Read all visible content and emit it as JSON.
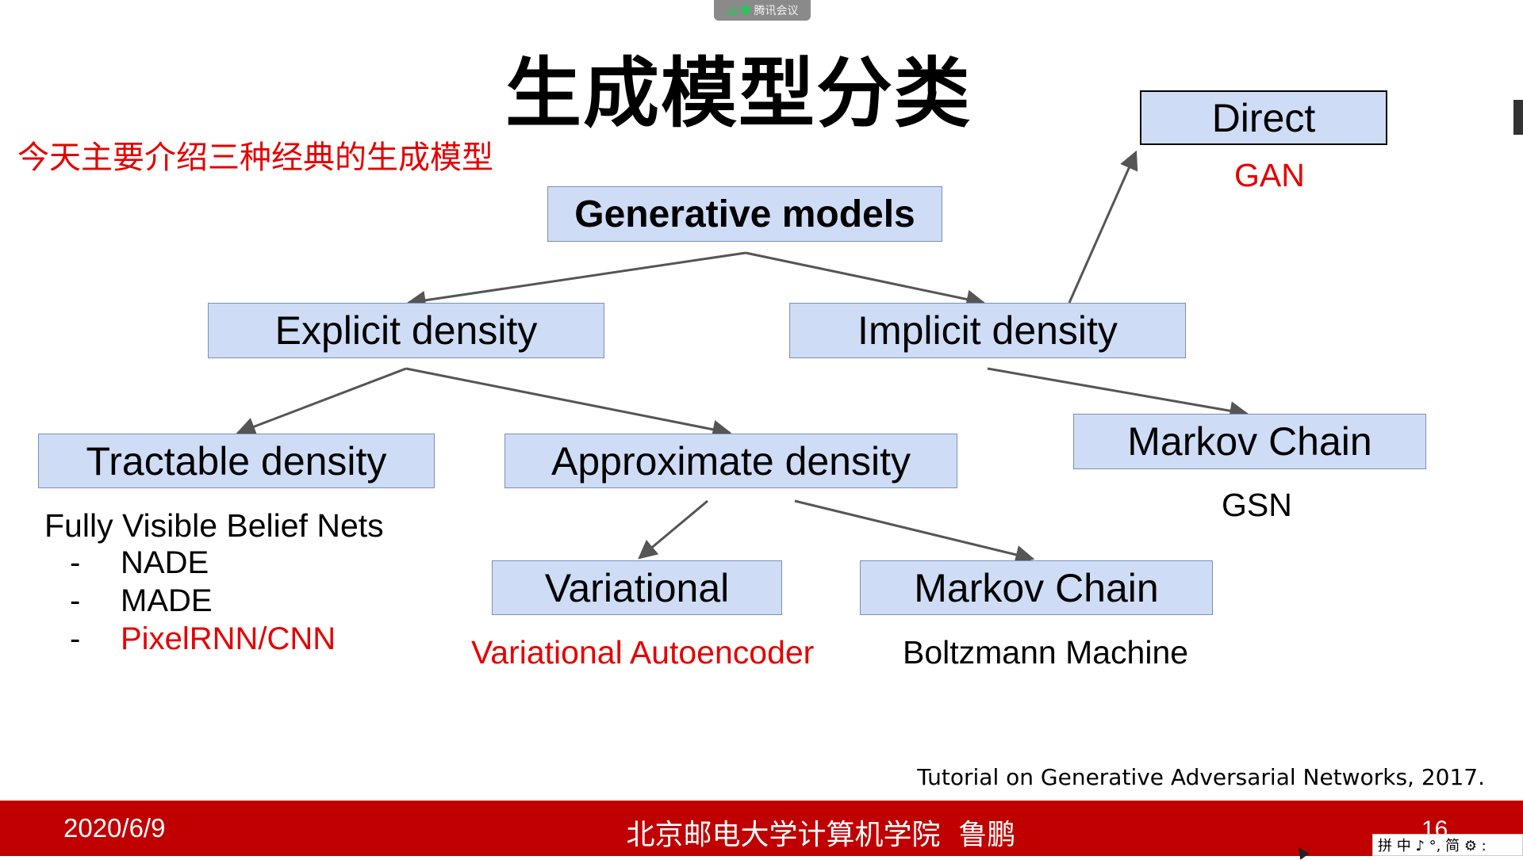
{
  "meeting_bar": {
    "label": "腾讯会议"
  },
  "slide": {
    "title": "生成模型分类",
    "subtitle": "今天主要介绍三种经典的生成模型",
    "nodes": {
      "root": "Generative models",
      "explicit": "Explicit density",
      "implicit": "Implicit density",
      "direct": "Direct",
      "tractable": "Tractable density",
      "approximate": "Approximate density",
      "markov_implicit": "Markov Chain",
      "variational": "Variational",
      "markov_approx": "Markov Chain"
    },
    "labels": {
      "gan": "GAN",
      "gsn": "GSN",
      "fvbn": "Fully Visible Belief Nets",
      "fvbn_items": [
        {
          "dash": "-",
          "text": "NADE",
          "color": "#000000"
        },
        {
          "dash": "-",
          "text": "MADE",
          "color": "#000000"
        },
        {
          "dash": "-",
          "text": "PixelRNN/CNN",
          "color": "#e60000"
        }
      ],
      "vae": "Variational Autoencoder",
      "boltzmann": "Boltzmann Machine"
    },
    "citation": "Tutorial on Generative Adversarial Networks, 2017."
  },
  "footer": {
    "date": "2020/6/9",
    "center": "北京邮电大学计算机学院  鲁鹏",
    "page": "16"
  },
  "ime_toolbar": {
    "text": "拼 中 ♪ °, 简 ⚙ :"
  },
  "colors": {
    "highlight": "#e60000",
    "box_fill": "#cfdcf6",
    "footer": "#c00000",
    "arrow": "#555555"
  }
}
